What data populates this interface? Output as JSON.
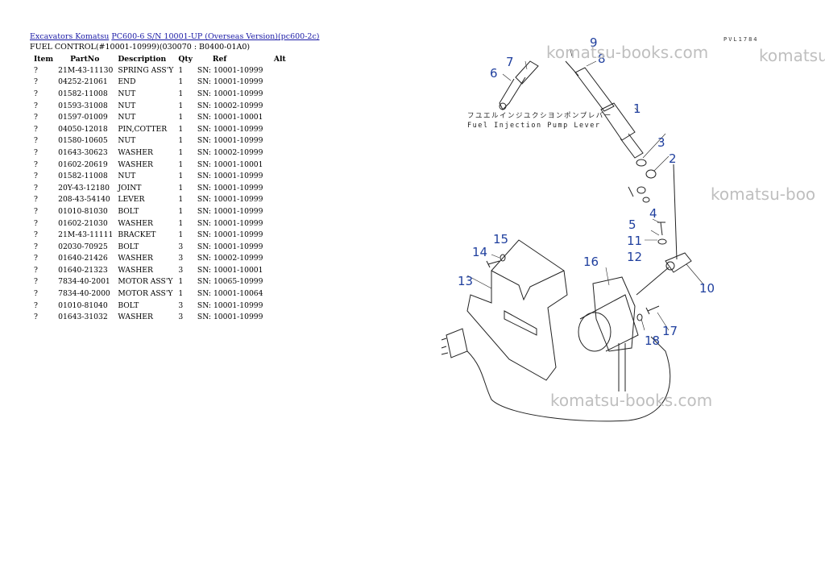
{
  "breadcrumb": {
    "link1": "Excavators Komatsu",
    "link2": "PC600-6 S/N 10001-UP (Overseas Version)(pc600-2c)"
  },
  "subtitle": "FUEL CONTROL(#10001-10999)(030070 : B0400-01A0)",
  "table": {
    "headers": [
      "Item",
      "PartNo",
      "Description",
      "Qty",
      "Ref",
      "Alt"
    ],
    "rows": [
      [
        "?",
        "21M-43-11130",
        "SPRING ASS'Y",
        "1",
        "SN: 10001-10999"
      ],
      [
        "?",
        "04252-21061",
        "END",
        "1",
        "SN: 10001-10999"
      ],
      [
        "?",
        "01582-11008",
        "NUT",
        "1",
        "SN: 10001-10999"
      ],
      [
        "?",
        "01593-31008",
        "NUT",
        "1",
        "SN: 10002-10999"
      ],
      [
        "?",
        "01597-01009",
        "NUT",
        "1",
        "SN: 10001-10001"
      ],
      [
        "?",
        "04050-12018",
        "PIN,COTTER",
        "1",
        "SN: 10001-10999"
      ],
      [
        "?",
        "01580-10605",
        "NUT",
        "1",
        "SN: 10001-10999"
      ],
      [
        "?",
        "01643-30623",
        "WASHER",
        "1",
        "SN: 10002-10999"
      ],
      [
        "?",
        "01602-20619",
        "WASHER",
        "1",
        "SN: 10001-10001"
      ],
      [
        "?",
        "01582-11008",
        "NUT",
        "1",
        "SN: 10001-10999"
      ],
      [
        "?",
        "20Y-43-12180",
        "JOINT",
        "1",
        "SN: 10001-10999"
      ],
      [
        "?",
        "208-43-54140",
        "LEVER",
        "1",
        "SN: 10001-10999"
      ],
      [
        "?",
        "01010-81030",
        "BOLT",
        "1",
        "SN: 10001-10999"
      ],
      [
        "?",
        "01602-21030",
        "WASHER",
        "1",
        "SN: 10001-10999"
      ],
      [
        "?",
        "21M-43-11111",
        "BRACKET",
        "1",
        "SN: 10001-10999"
      ],
      [
        "?",
        "02030-70925",
        "BOLT",
        "3",
        "SN: 10001-10999"
      ],
      [
        "?",
        "01640-21426",
        "WASHER",
        "3",
        "SN: 10002-10999"
      ],
      [
        "?",
        "01640-21323",
        "WASHER",
        "3",
        "SN: 10001-10001"
      ],
      [
        "?",
        "7834-40-2001",
        "MOTOR ASS'Y",
        "1",
        "SN: 10065-10999"
      ],
      [
        "?",
        "7834-40-2000",
        "MOTOR ASS'Y",
        "1",
        "SN: 10001-10064"
      ],
      [
        "?",
        "01010-81040",
        "BOLT",
        "3",
        "SN: 10001-10999"
      ],
      [
        "?",
        "01643-31032",
        "WASHER",
        "3",
        "SN: 10001-10999"
      ]
    ]
  },
  "diagram": {
    "code": "PVL1784",
    "caption_jp": "フユエルインジユクシヨンポンプレバー",
    "caption_en": "Fuel Injection Pump Lever",
    "callouts": {
      "n1": "1",
      "n2": "2",
      "n3": "3",
      "n4": "4",
      "n5": "5",
      "n6": "6",
      "n7": "7",
      "n8": "8",
      "n9": "9",
      "n10": "10",
      "n11": "11",
      "n12": "12",
      "n13": "13",
      "n14": "14",
      "n15": "15",
      "n16": "16",
      "n17": "17",
      "n18": "18"
    },
    "callout_color": "#1f3f9e"
  },
  "watermarks": {
    "w1": "komatsu-books.com",
    "w2": "komatsu",
    "w3": "komatsu-boo",
    "w4": "komatsu-books.com"
  }
}
